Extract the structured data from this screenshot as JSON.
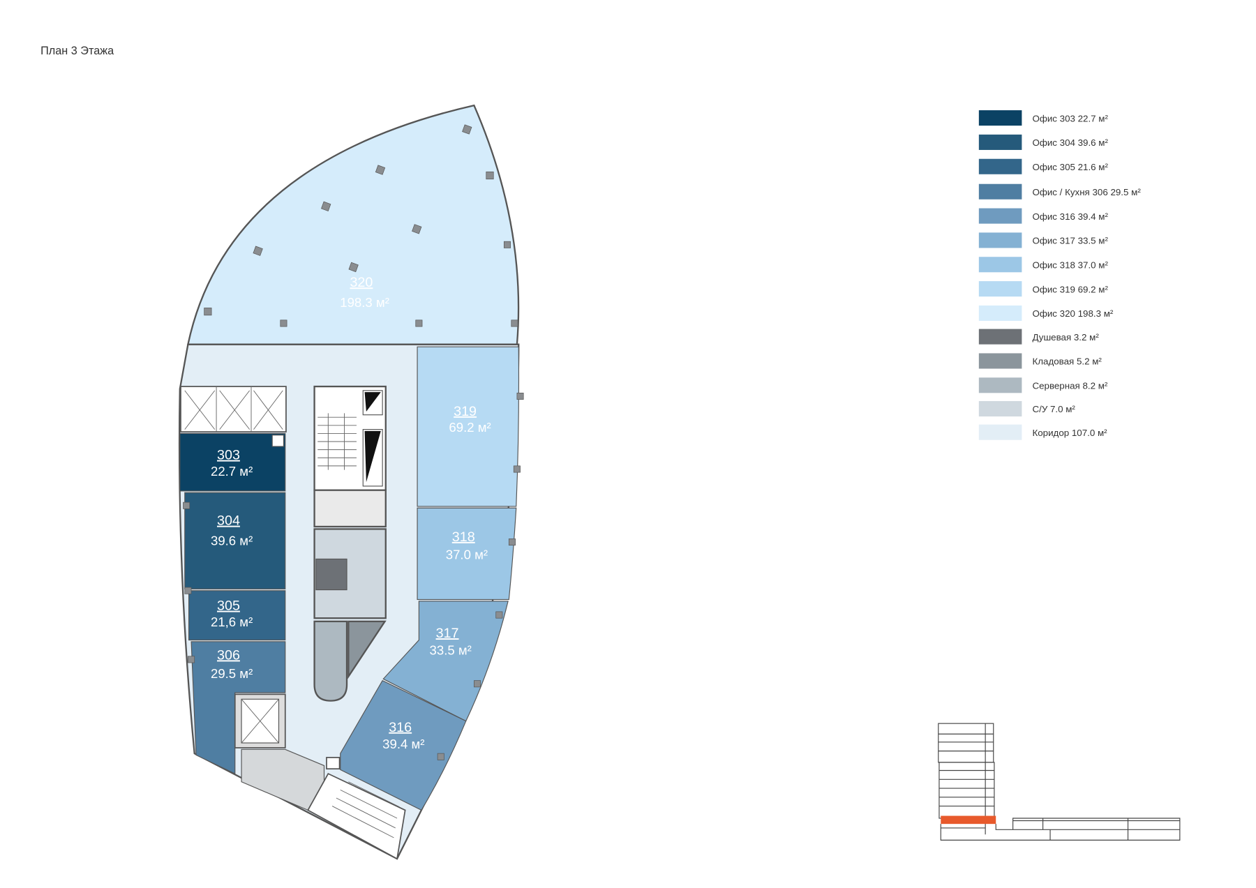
{
  "title": "План 3 Этажа",
  "rooms": {
    "r320": {
      "num": "320",
      "area": "198.3 м²"
    },
    "r319": {
      "num": "319",
      "area": "69.2 м²"
    },
    "r318": {
      "num": "318",
      "area": "37.0 м²"
    },
    "r317": {
      "num": "317",
      "area": "33.5 м²"
    },
    "r316": {
      "num": "316",
      "area": "39.4 м²"
    },
    "r303": {
      "num": "303",
      "area": "22.7 м²"
    },
    "r304": {
      "num": "304",
      "area": "39.6 м²"
    },
    "r305": {
      "num": "305",
      "area": "21,6 м²"
    },
    "r306": {
      "num": "306",
      "area": "29.5 м²"
    }
  },
  "legend": [
    {
      "label": "Офис 303  22.7 м²",
      "color": "#0b4264"
    },
    {
      "label": "Офис 304  39.6 м²",
      "color": "#255a7b"
    },
    {
      "label": "Офис 305  21.6 м²",
      "color": "#33668a"
    },
    {
      "label": "Офис / Кухня 306  29.5 м²",
      "color": "#4f7ea2"
    },
    {
      "label": "Офис 316  39.4 м²",
      "color": "#6f9bbf"
    },
    {
      "label": "Офис 317  33.5 м²",
      "color": "#84b1d3"
    },
    {
      "label": "Офис 318  37.0 м²",
      "color": "#9cc7e6"
    },
    {
      "label": "Офис 319 69.2 м²",
      "color": "#b6daf3"
    },
    {
      "label": "Офис 320  198.3 м²",
      "color": "#d5ecfb"
    },
    {
      "label": "Душевая  3.2 м²",
      "color": "#6d7176"
    },
    {
      "label": "Кладовая  5.2 м²",
      "color": "#8b959c"
    },
    {
      "label": "Серверная  8.2 м²",
      "color": "#adb9c1"
    },
    {
      "label": "С/У  7.0 м²",
      "color": "#cfd8df"
    },
    {
      "label": "Коридор  107.0 м²",
      "color": "#e3eef6"
    }
  ],
  "colors": {
    "corridor": "#e3eef6",
    "highlight_floor": "#e85a2c",
    "wall": "#555555"
  }
}
